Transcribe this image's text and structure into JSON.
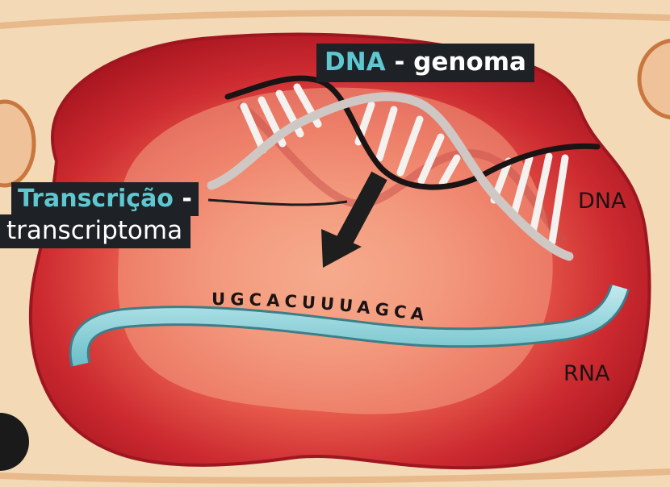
{
  "labels": {
    "dna_genoma": {
      "part1": "DNA",
      "part2": " - ",
      "part3": "genoma"
    },
    "transcricao": {
      "part1": "Transcrição",
      "part2": " -"
    },
    "transcriptoma": "transcriptoma",
    "dna": "DNA",
    "rna": "RNA",
    "sequence": "UGCACUUUAGCA"
  },
  "colors": {
    "background": "#f3d9b6",
    "cell_outer": "#b81a26",
    "cell_inner": "#f0937a",
    "label_bg": "#1e2126",
    "label_accent": "#5ec7cf",
    "rna_strand": "#8fd3db",
    "arrow": "#1e1e1e"
  }
}
